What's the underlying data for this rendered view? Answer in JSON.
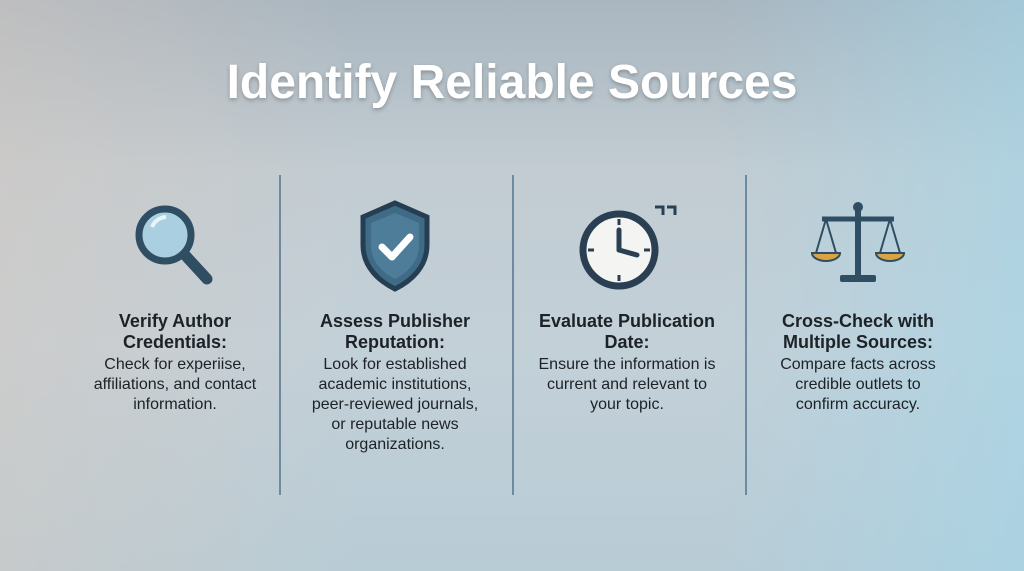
{
  "title": "Identify Reliable Sources",
  "items": [
    {
      "icon": "magnifying-glass-icon",
      "heading": "Verify Author Credentials:",
      "body": "Check for experiise, affiliations, and contact information."
    },
    {
      "icon": "shield-check-icon",
      "heading": "Assess Publisher Reputation:",
      "body": "Look for established academic institutions, peer-reviewed journals, or reputable news organizations."
    },
    {
      "icon": "clock-icon",
      "heading": "Evaluate Publication Date:",
      "body": "Ensure the information is current and relevant to your topic."
    },
    {
      "icon": "scales-icon",
      "heading": "Cross-Check with Multiple Sources:",
      "body": "Compare facts across credible outlets to confirm accuracy."
    }
  ]
}
